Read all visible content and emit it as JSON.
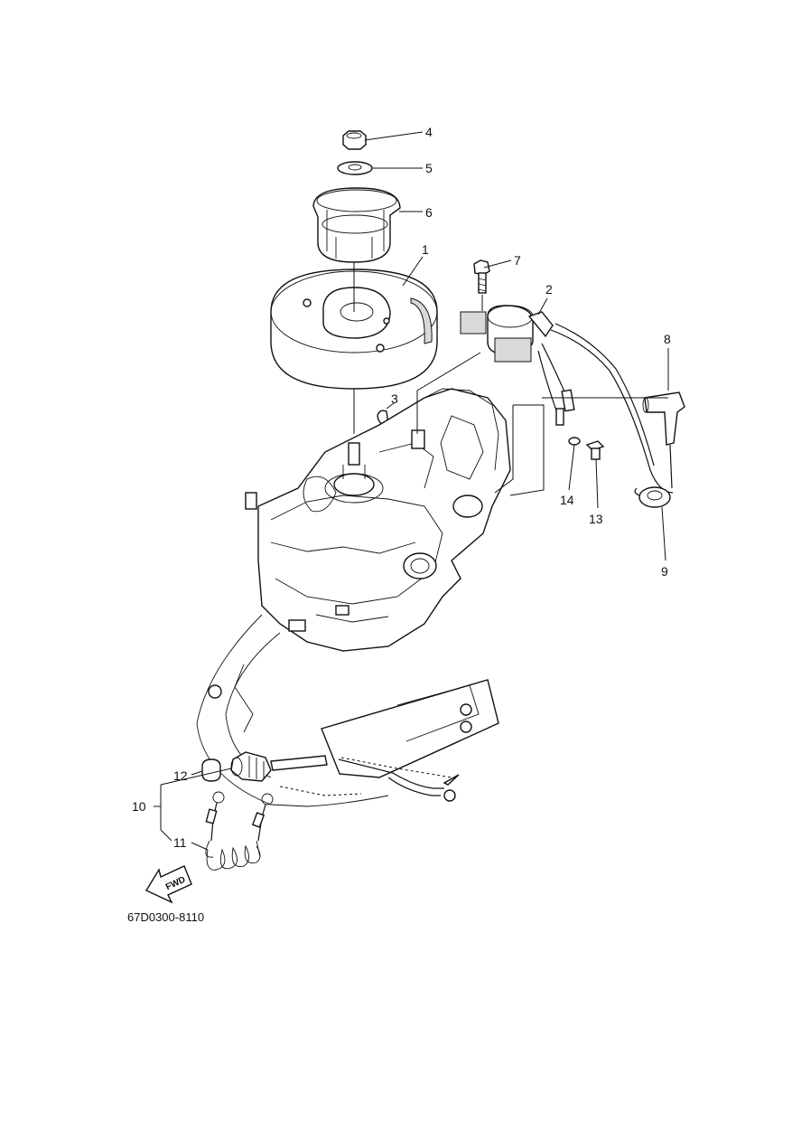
{
  "diagram": {
    "drawing_code": "67D0300-8110",
    "direction_label": "FWD",
    "callouts": [
      "1",
      "2",
      "3",
      "4",
      "5",
      "6",
      "7",
      "8",
      "9",
      "10",
      "11",
      "12",
      "13",
      "14"
    ]
  }
}
